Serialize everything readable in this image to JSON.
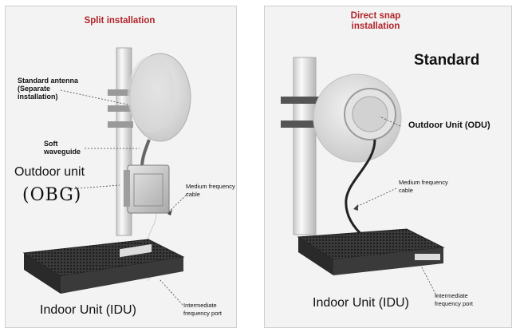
{
  "left": {
    "title": "Split installation",
    "standard_antenna": "Standard antenna (Separate installation)",
    "soft_waveguide": "Soft waveguide",
    "outdoor_unit": "Outdoor unit",
    "obg": "(OBG)",
    "medium_frequency_cable": "Medium frequency cable",
    "indoor_unit": "Indoor Unit (IDU)",
    "intermediate_frequency_port": "Intermediate frequency port"
  },
  "right": {
    "title": "Direct snap installation",
    "standard": "Standard",
    "outdoor_unit": "Outdoor Unit (ODU)",
    "medium_frequency_cable": "Medium frequency cable",
    "indoor_unit": "Indoor Unit (IDU)",
    "intermediate_frequency_port": "Intermediate frequency port"
  }
}
